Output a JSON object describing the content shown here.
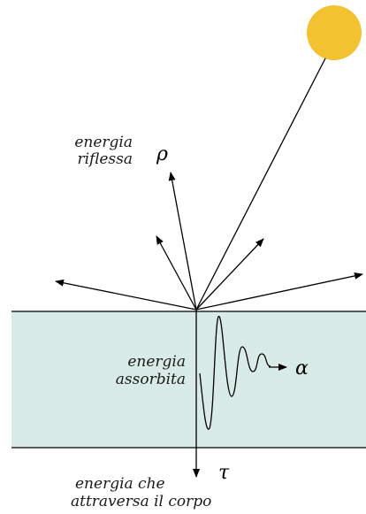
{
  "labels": {
    "reflected_line1": "energia",
    "reflected_line2": "riflessa",
    "reflected_symbol": "ρ",
    "absorbed_line1": "energia",
    "absorbed_line2": "assorbita",
    "absorbed_symbol": "α",
    "transmitted_line1": "energia che",
    "transmitted_line2": "attraversa il corpo",
    "transmitted_symbol": "τ"
  },
  "icons": {
    "sun": "sun-icon"
  },
  "colors": {
    "sun": "#f2c230",
    "body_fill": "#d9ebe6",
    "lines": "#000000"
  }
}
